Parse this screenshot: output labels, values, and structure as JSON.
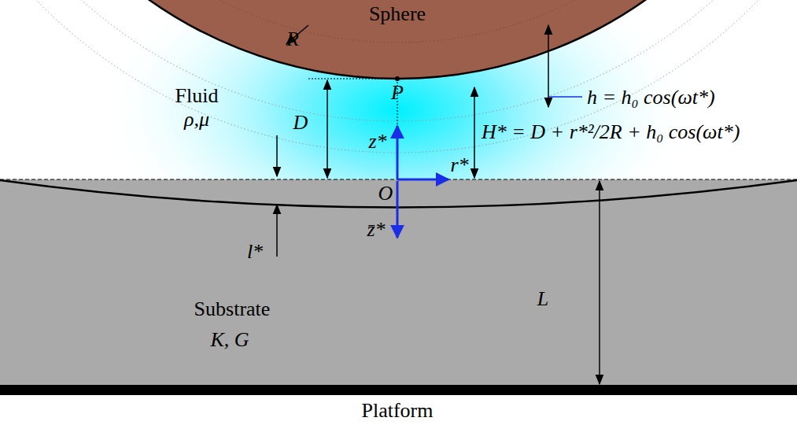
{
  "diagram": {
    "nodes": [
      {
        "text": [
          "Sphere",
          "R"
        ]
      },
      {
        "text": [
          "Substrate",
          "K, G"
        ]
      },
      {
        "text": [
          "Platform"
        ]
      }
    ],
    "labels": [
      "Fluid",
      "ρ,μ",
      "D",
      "P",
      "z*",
      "r*",
      "O",
      "z̄*",
      "l*",
      "L",
      "h = h₀ cos(ωt*)",
      "H* = D + r*²/2R + h₀ cos(ωt*)"
    ]
  }
}
